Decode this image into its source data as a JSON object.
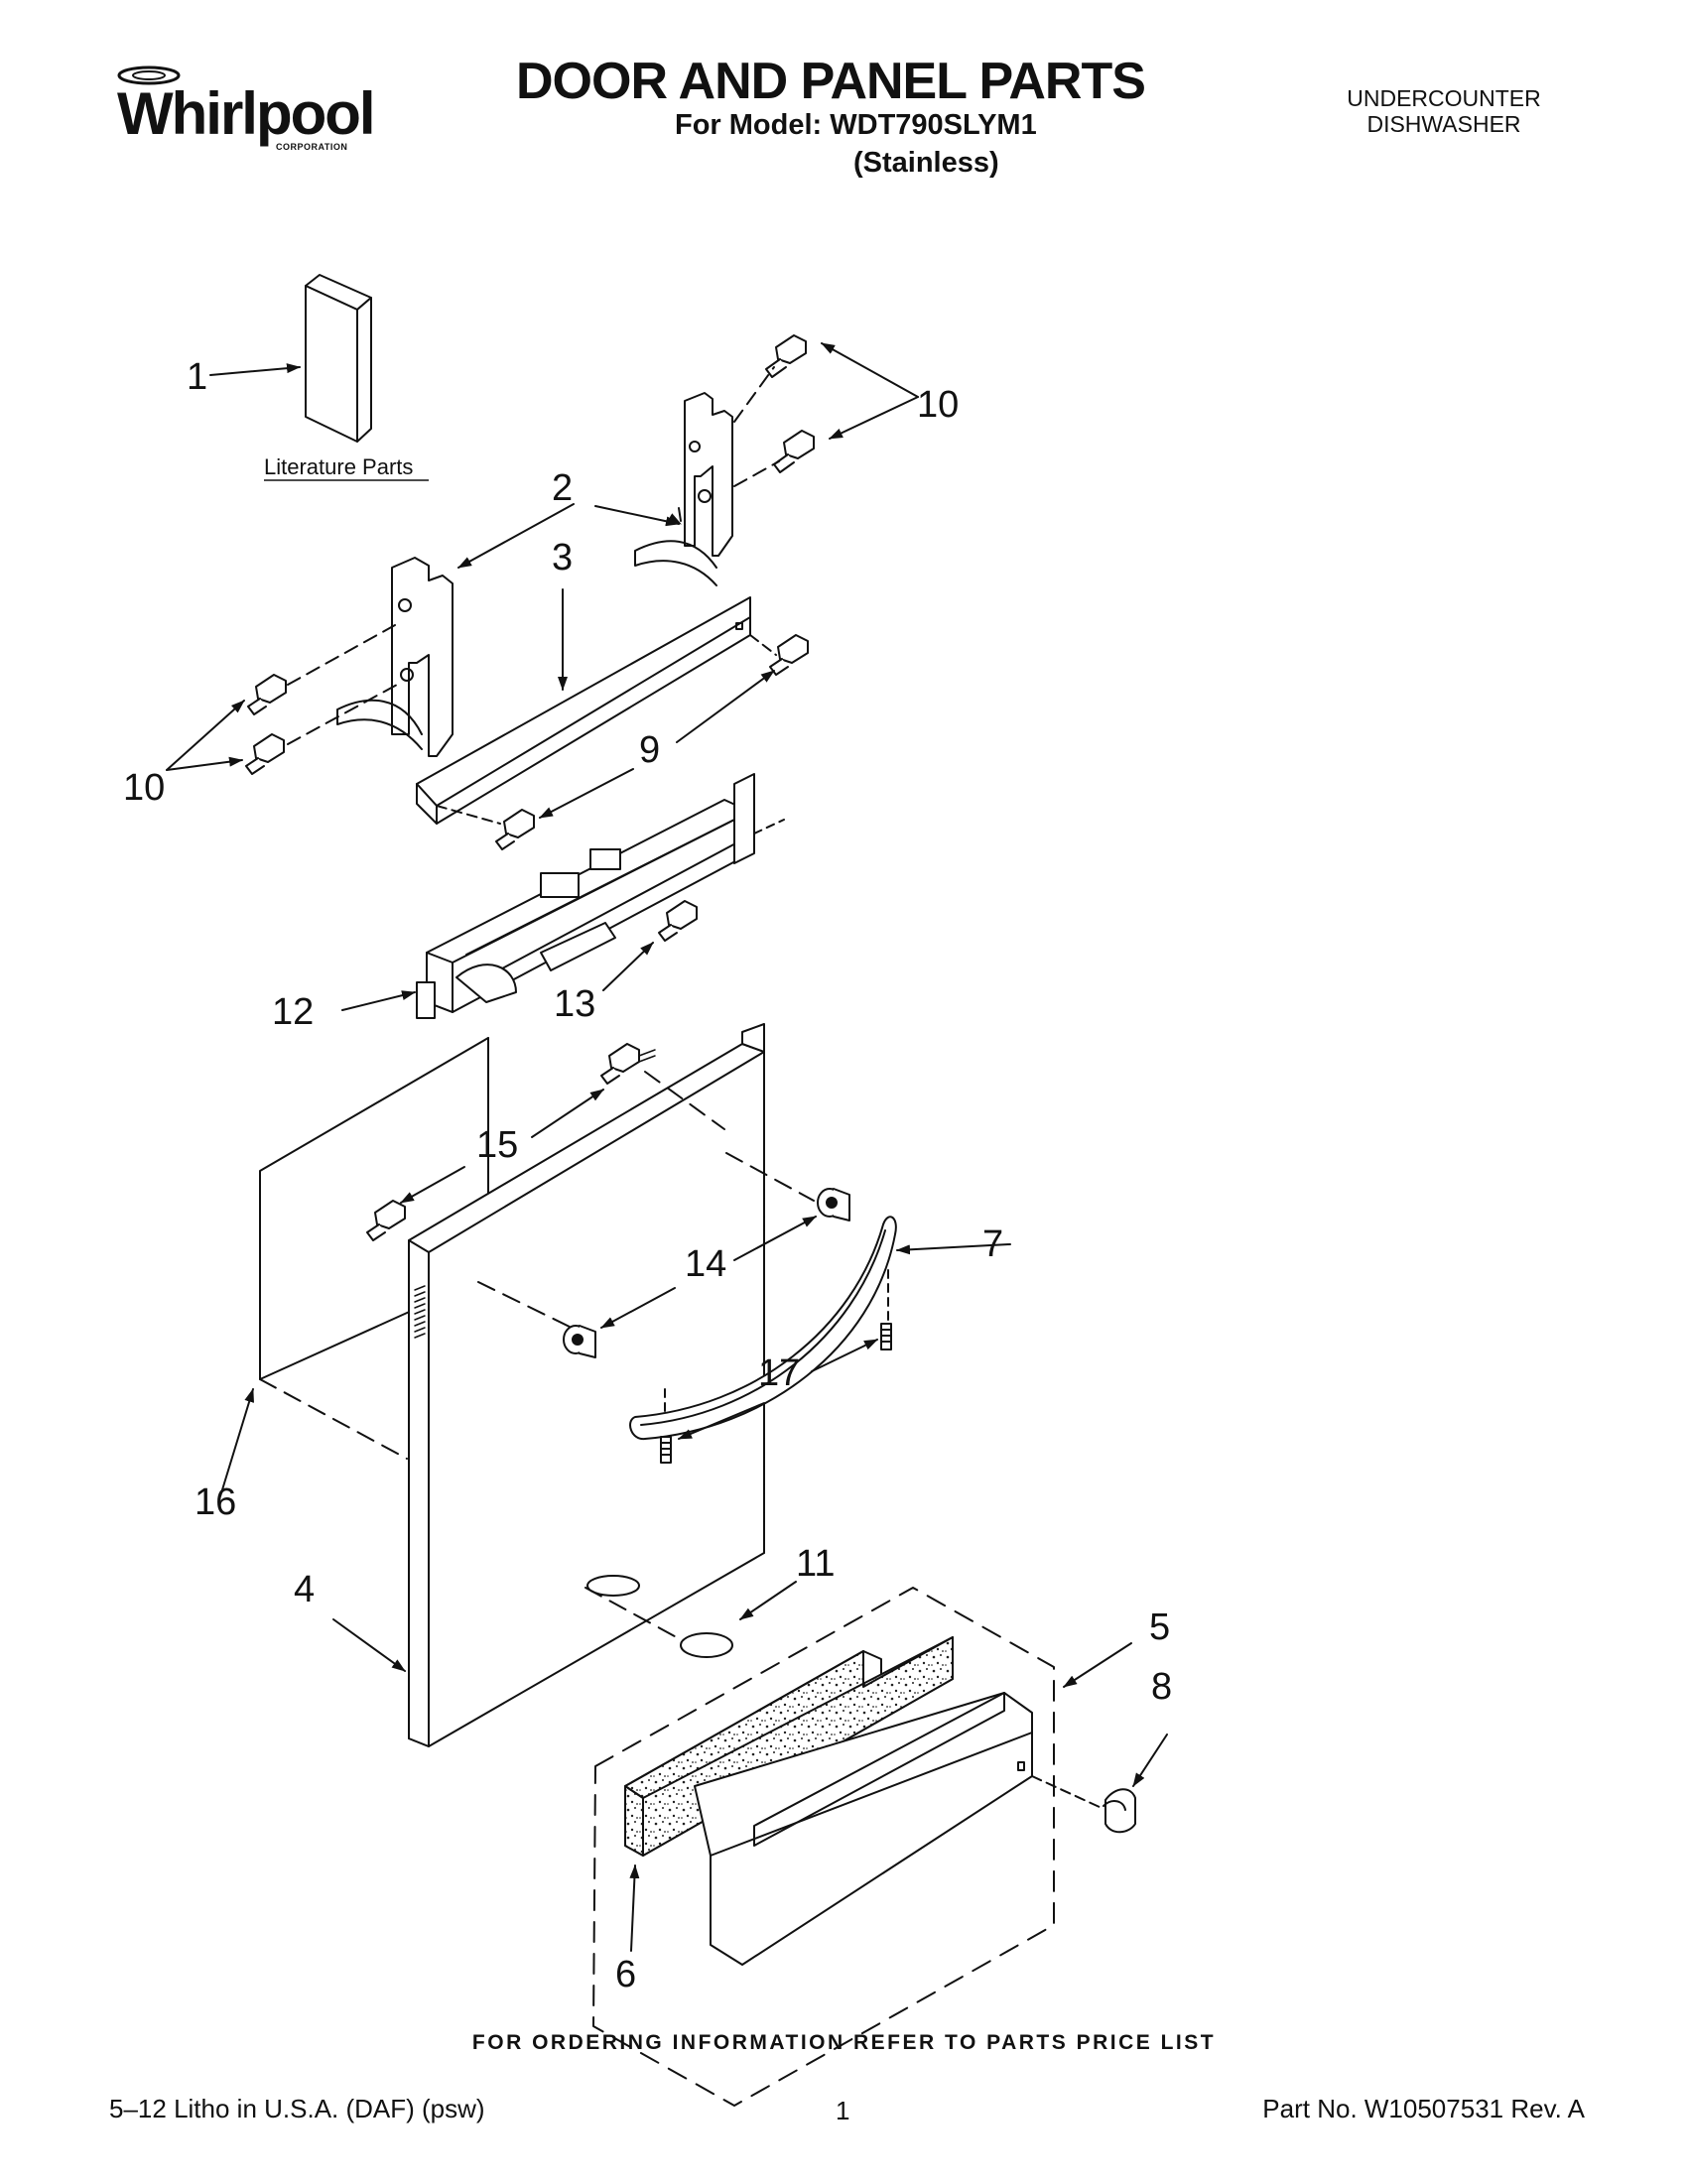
{
  "header": {
    "brand": "Whirlpool",
    "brand_sub": "CORPORATION",
    "title": "DOOR AND PANEL PARTS",
    "model_line": "For Model: WDT790SLYM1",
    "variant": "(Stainless)",
    "appliance_type_line1": "UNDERCOUNTER",
    "appliance_type_line2": "DISHWASHER"
  },
  "diagram": {
    "literature_label": "Literature Parts",
    "callouts": {
      "c1": "1",
      "c2": "2",
      "c3": "3",
      "c4": "4",
      "c5": "5",
      "c6": "6",
      "c7": "7",
      "c8": "8",
      "c9": "9",
      "c10a": "10",
      "c10b": "10",
      "c11": "11",
      "c12": "12",
      "c13": "13",
      "c14": "14",
      "c15": "15",
      "c16": "16",
      "c17": "17"
    }
  },
  "footer": {
    "ordering_note": "FOR ORDERING INFORMATION REFER TO PARTS PRICE LIST",
    "print_info": "5–12 Litho in U.S.A. (DAF) (psw)",
    "page_number": "1",
    "part_number": "Part No. W10507531 Rev. A"
  }
}
